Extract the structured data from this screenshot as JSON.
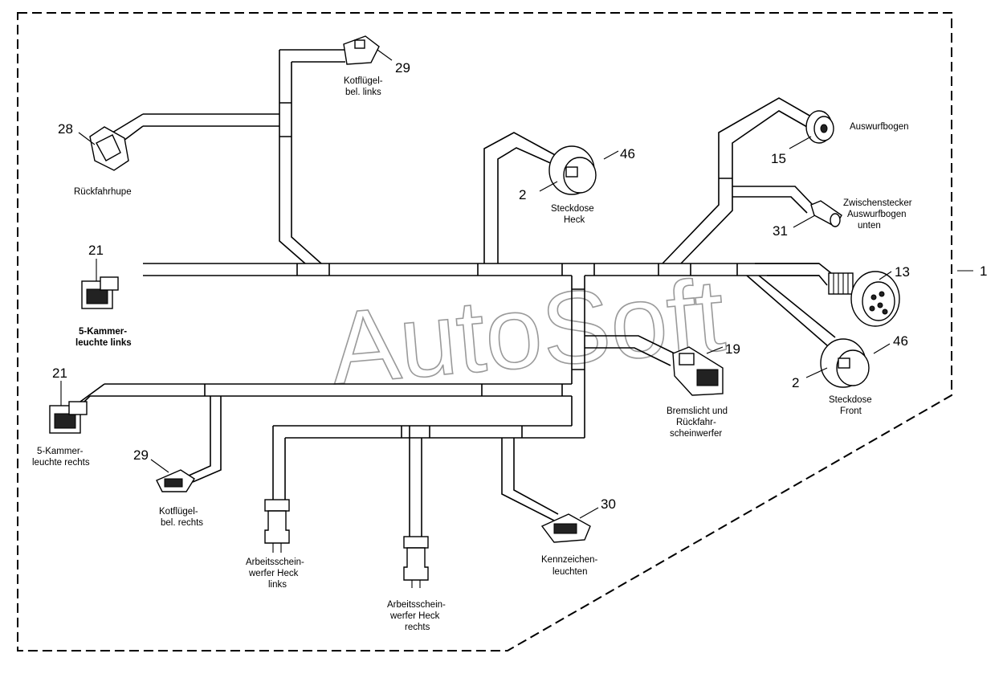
{
  "watermark": "AutoSoft",
  "assembly": {
    "number": "1"
  },
  "connectors": {
    "rueckfahrhupe": {
      "number": "28",
      "label": "Rückfahrhupe"
    },
    "kotfluegel_links": {
      "number": "29",
      "label_l1": "Kotflügel-",
      "label_l2": "bel. links"
    },
    "steckdose_heck": {
      "number_a": "46",
      "number_b": "2",
      "label_l1": "Steckdose",
      "label_l2": "Heck"
    },
    "auswurfbogen": {
      "number": "15",
      "label": "Auswurfbogen"
    },
    "zwischenstecker": {
      "number": "31",
      "label_l1": "Zwischenstecker",
      "label_l2": "Auswurfbogen",
      "label_l3": "unten"
    },
    "kammer_links": {
      "number": "21",
      "label_l1": "5-Kammer-",
      "label_l2": "leuchte links"
    },
    "connector_13": {
      "number": "13"
    },
    "steckdose_front": {
      "number_a": "46",
      "number_b": "2",
      "label_l1": "Steckdose",
      "label_l2": "Front"
    },
    "bremslicht": {
      "number": "19",
      "label_l1": "Bremslicht und",
      "label_l2": "Rückfahr-",
      "label_l3": "scheinwerfer"
    },
    "kammer_rechts": {
      "number": "21",
      "label_l1": "5-Kammer-",
      "label_l2": "leuchte rechts"
    },
    "kotfluegel_rechts": {
      "number": "29",
      "label_l1": "Kotflügel-",
      "label_l2": "bel. rechts"
    },
    "arbeits_links": {
      "label_l1": "Arbeitsschein-",
      "label_l2": "werfer Heck",
      "label_l3": "links"
    },
    "arbeits_rechts": {
      "label_l1": "Arbeitsschein-",
      "label_l2": "werfer Heck",
      "label_l3": "rechts"
    },
    "kennzeichen": {
      "number": "30",
      "label_l1": "Kennzeichen-",
      "label_l2": "leuchten"
    }
  }
}
